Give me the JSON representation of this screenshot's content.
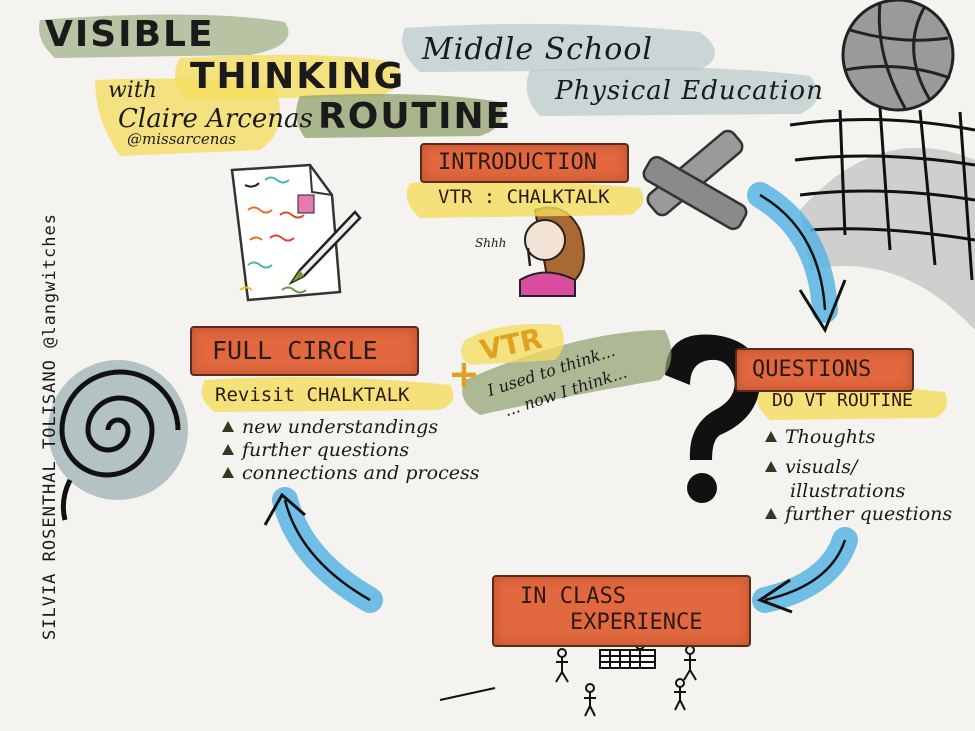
{
  "title": {
    "line1": "VISIBLE",
    "line2": "THINKING",
    "line3": "ROUTINE",
    "with": "with",
    "author": "Claire Arcenas",
    "handle": "@missarcenas"
  },
  "subtitle": {
    "line1": "Middle School",
    "line2": "Physical Education"
  },
  "introduction": {
    "banner": "INTRODUCTION",
    "routine": "VTR : CHALKTALK"
  },
  "shh_label": "Shhh",
  "questions": {
    "banner": "QUESTIONS",
    "routine": "DO VT ROUTINE",
    "items": [
      "Thoughts",
      "visuals/",
      "illustrations",
      "further questions"
    ]
  },
  "full_circle": {
    "banner": "FULL CIRCLE",
    "routine": "Revisit CHALKTALK",
    "items": [
      "new understandings",
      "further questions",
      "connections and process"
    ]
  },
  "vtr": {
    "plus": "+",
    "label": "VTR",
    "note_line1": "I used to think...",
    "note_line2": "... now I think..."
  },
  "in_class": {
    "line1": "IN CLASS",
    "line2": "EXPERIENCE"
  },
  "credit": "SILVIA ROSENTHAL TOLISANO @langwitches",
  "colors": {
    "orange": "#e2683f",
    "yellow_wash": "#f4dc5c",
    "green_wash": "#8fa06c",
    "blue_arrow": "#58b3e3",
    "gray_wash": "#9eb0b4"
  }
}
